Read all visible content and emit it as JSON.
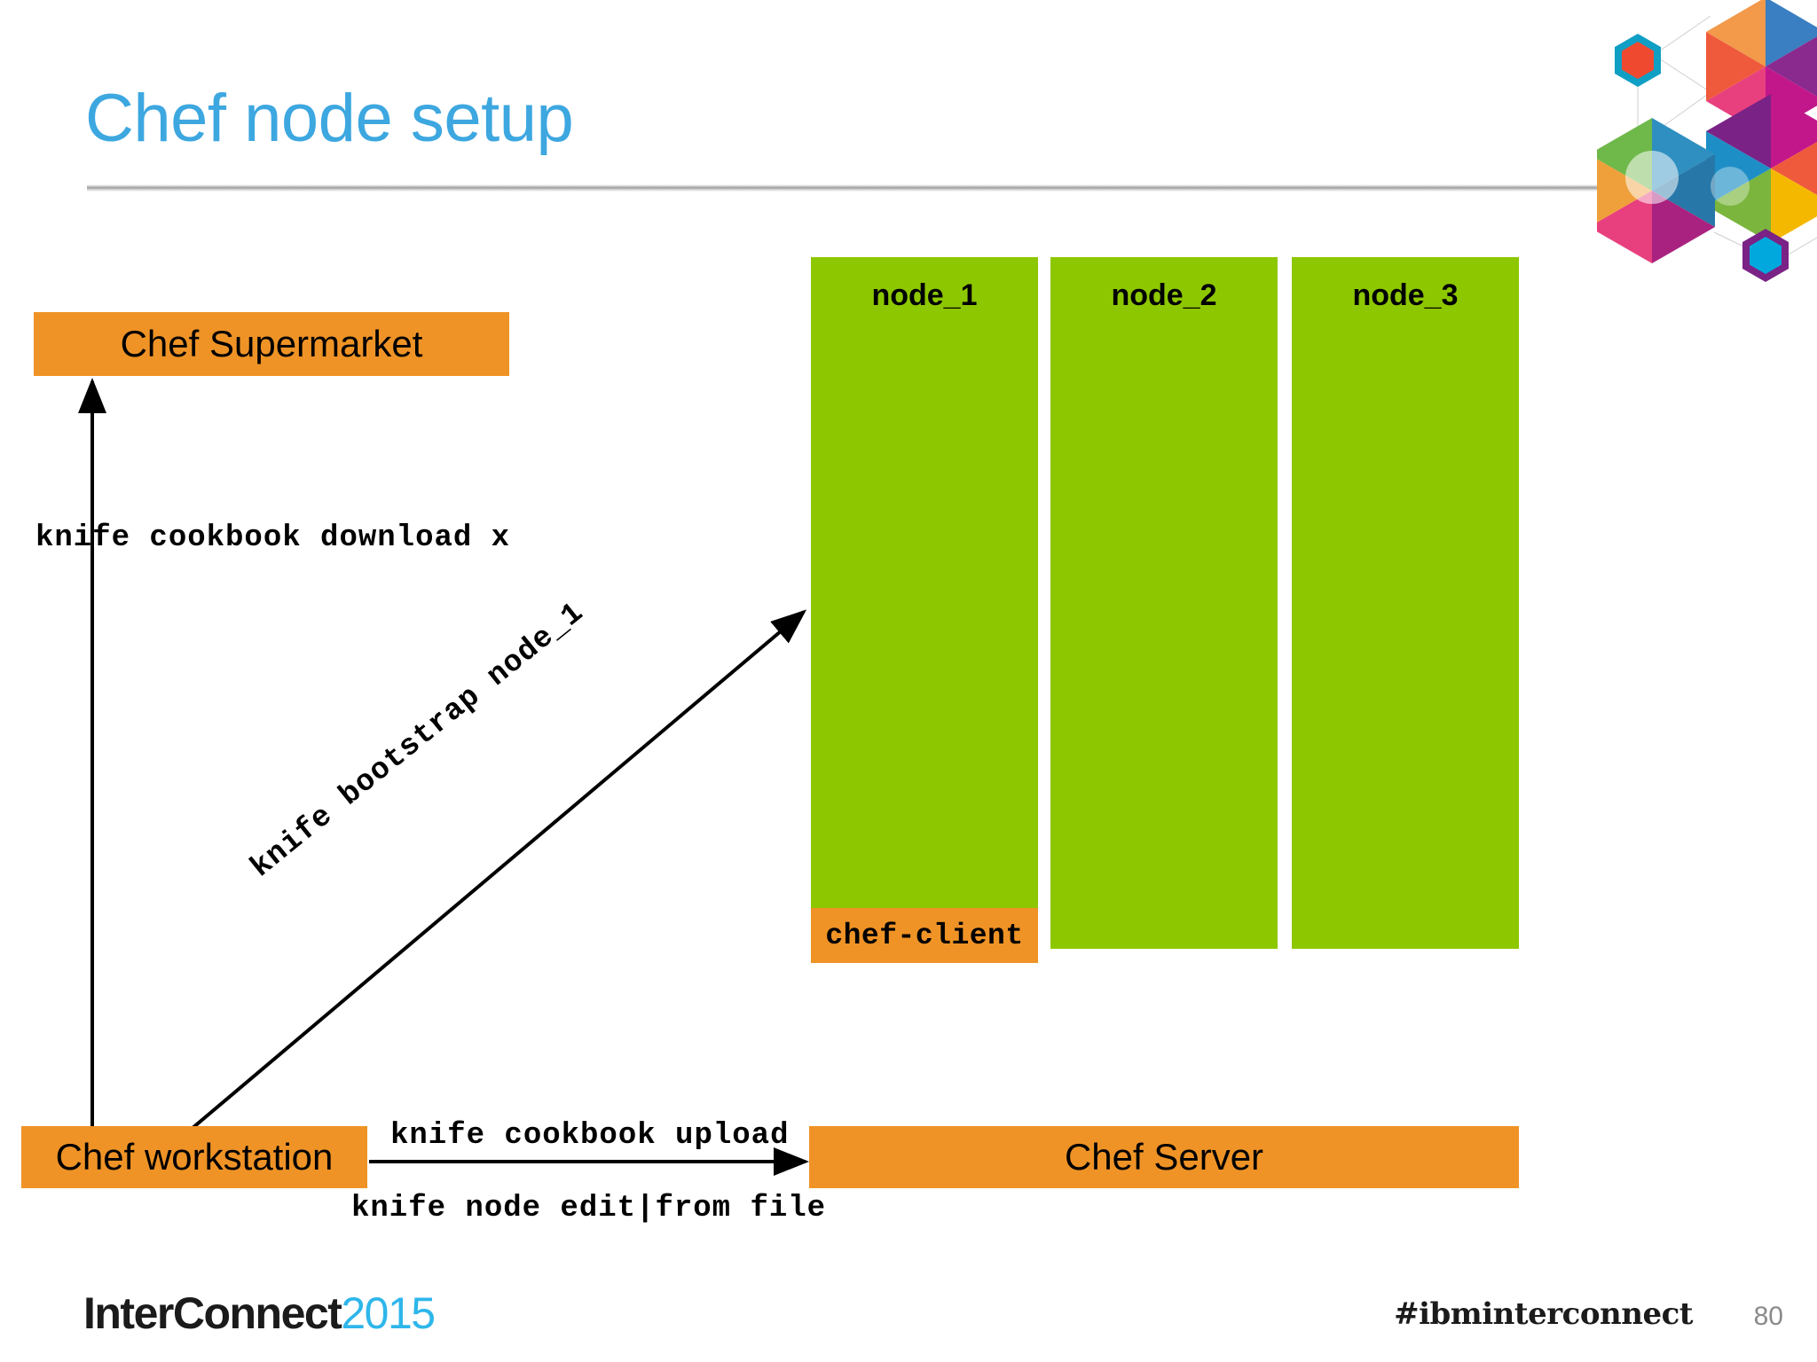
{
  "slide": {
    "title": "Chef node setup",
    "title_color": "#3DA7E0",
    "background": "#ffffff"
  },
  "colors": {
    "orange": "#EF9326",
    "green": "#8DC700",
    "accent_blue": "#2EB6EA",
    "rule_gray": "#9d9d9d",
    "page_number_gray": "#8a8a8a"
  },
  "diagram": {
    "type": "flow-diagram",
    "boxes": [
      {
        "id": "supermarket",
        "label": "Chef Supermarket",
        "color": "#EF9326",
        "shape": "rect"
      },
      {
        "id": "workstation",
        "label": "Chef workstation",
        "color": "#EF9326",
        "shape": "rect"
      },
      {
        "id": "server",
        "label": "Chef Server",
        "color": "#EF9326",
        "shape": "rect"
      }
    ],
    "nodes": [
      {
        "id": "node_1",
        "label": "node_1",
        "color": "#8DC700",
        "agent": "chef-client"
      },
      {
        "id": "node_2",
        "label": "node_2",
        "color": "#8DC700",
        "agent": null
      },
      {
        "id": "node_3",
        "label": "node_3",
        "color": "#8DC700",
        "agent": null
      }
    ],
    "agent_label": "chef-client",
    "edges": [
      {
        "id": "download",
        "from": "workstation",
        "to": "supermarket",
        "label": "knife cookbook download x",
        "direction": "up",
        "style": "solid"
      },
      {
        "id": "bootstrap",
        "from": "workstation",
        "to": "node_1",
        "label": "knife bootstrap node_1",
        "direction": "diagonal-up-right",
        "style": "solid"
      },
      {
        "id": "upload",
        "from": "workstation",
        "to": "server",
        "label": "knife cookbook upload",
        "label_secondary": "knife node edit|from file",
        "direction": "right",
        "style": "solid"
      }
    ]
  },
  "footer": {
    "logo_word": "InterConnect",
    "logo_year": "2015",
    "hashtag": "#ibminterconnect",
    "page_number": "80"
  }
}
